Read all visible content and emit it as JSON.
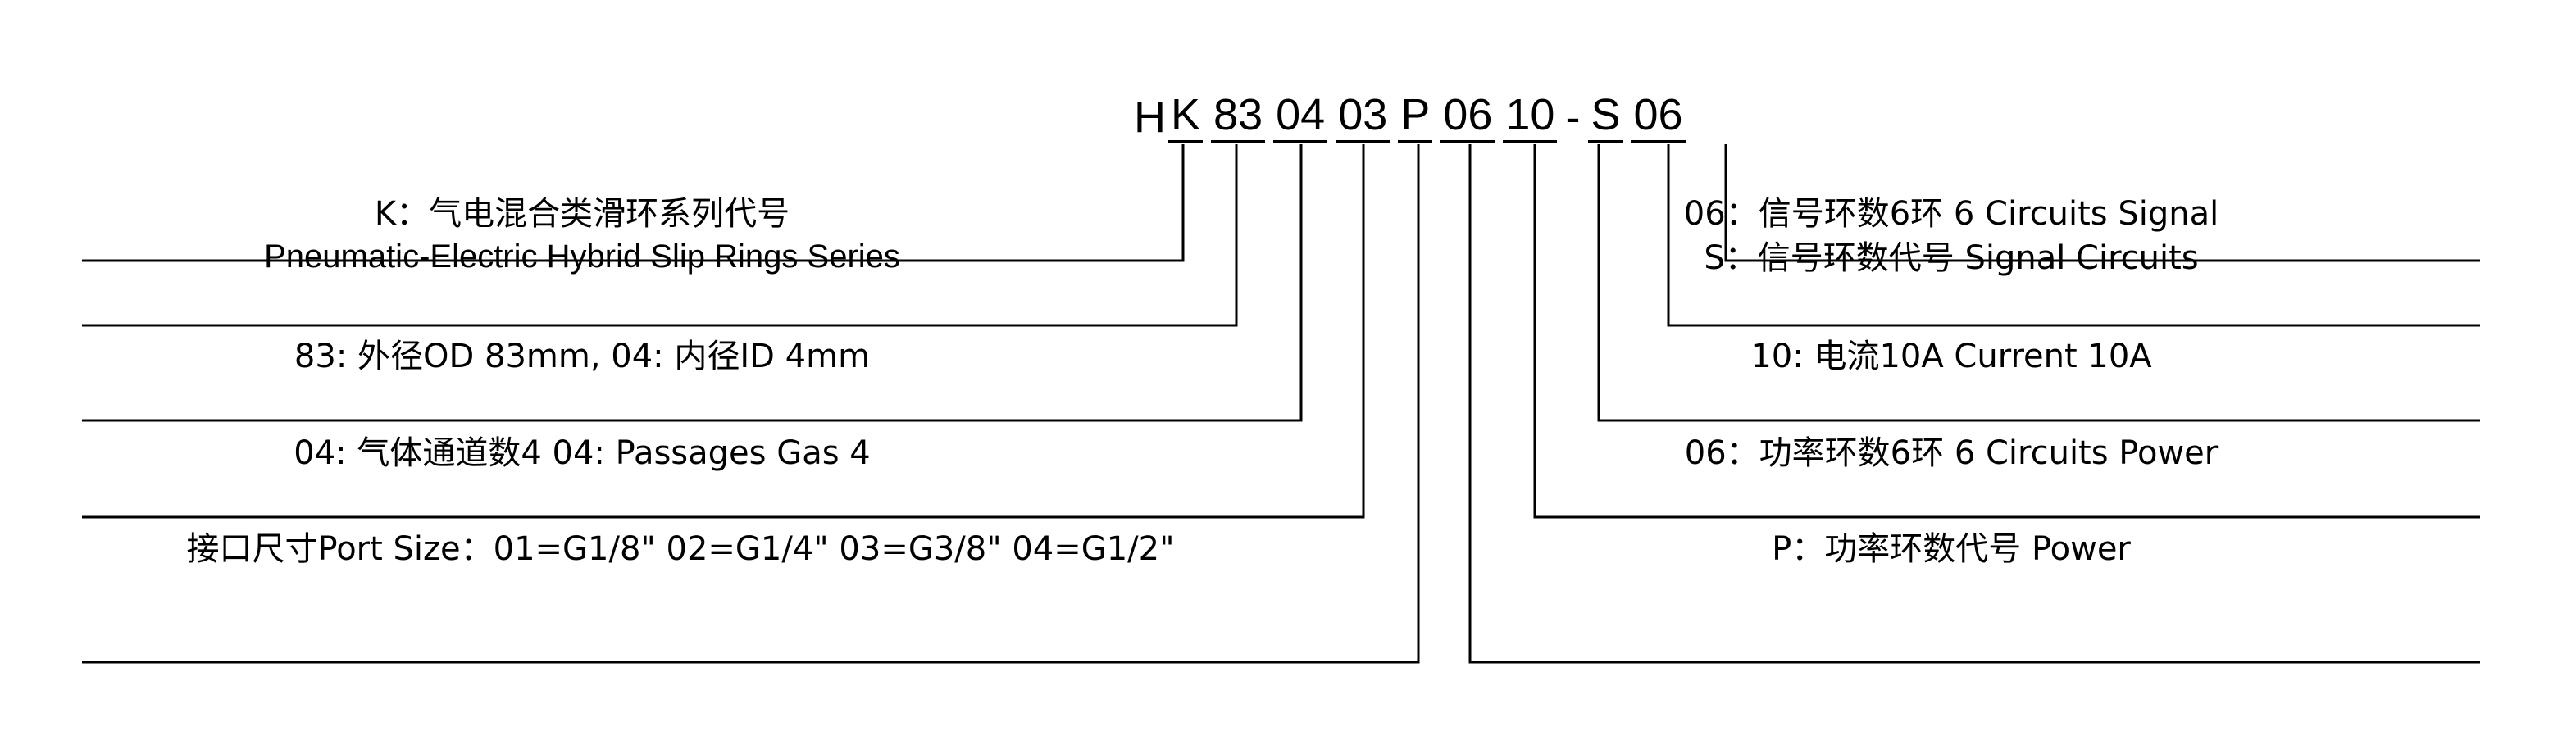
{
  "part_number": {
    "label": "H K 83 04 03 P 06 10 - S 06",
    "segments": [
      {
        "key": "h",
        "text": "H",
        "underlined": false
      },
      {
        "key": "k",
        "text": "K",
        "underlined": true
      },
      {
        "key": "od",
        "text": "83",
        "underlined": true
      },
      {
        "key": "id",
        "text": "04",
        "underlined": true
      },
      {
        "key": "gas",
        "text": "03",
        "underlined": true
      },
      {
        "key": "p",
        "text": "P",
        "underlined": true
      },
      {
        "key": "pow",
        "text": "06",
        "underlined": true
      },
      {
        "key": "cur",
        "text": "10",
        "underlined": true
      },
      {
        "key": "dash",
        "text": "-",
        "underlined": false
      },
      {
        "key": "s",
        "text": "S",
        "underlined": true
      },
      {
        "key": "sig",
        "text": "06",
        "underlined": true
      }
    ]
  },
  "left_labels": {
    "series_cn": "K：气电混合类滑环系列代号",
    "series_en": "Pneumatic-Electric Hybrid Slip Rings Series",
    "diameters": "83: 外径OD 83mm, 04: 内径ID 4mm",
    "gas_passages": "04: 气体通道数4  04: Passages Gas 4",
    "port_size": "接口尺寸Port Size：01=G1/8\" 02=G1/4\" 03=G3/8\" 04=G1/2\""
  },
  "right_labels": {
    "signal_circuits_value": "06：信号环数6环 6 Circuits Signal",
    "signal_circuits_code": "S：信号环数代号 Signal Circuits",
    "current": "10: 电流10A  Current 10A",
    "power_circuits_value": "06：功率环数6环  6 Circuits Power",
    "power_circuits_code": "P：功率环数代号 Power"
  },
  "colors": {
    "line": "#000000",
    "text": "#000000",
    "background": "#ffffff"
  }
}
